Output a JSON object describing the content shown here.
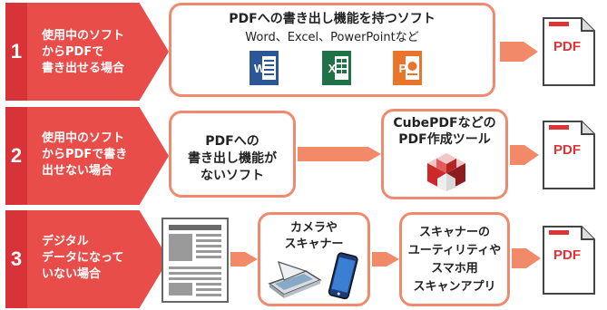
{
  "rows": [
    {
      "number": "1",
      "case_label": "使用中のソフト\nからPDFで\n書き出せる場合",
      "box_title": "PDFへの書き出し機能を持つソフト",
      "box_subtitle": "Word、Excel、PowerPointなど",
      "apps": [
        {
          "icon": "word-icon",
          "letter": "W",
          "color": "#2b5797"
        },
        {
          "icon": "excel-icon",
          "letter": "X",
          "color": "#1f7245"
        },
        {
          "icon": "powerpoint-icon",
          "letter": "P",
          "color": "#e8752a"
        }
      ],
      "output": "PDF"
    },
    {
      "number": "2",
      "case_label": "使用中のソフト\nからPDFで書き\n出せない場合",
      "box1": "PDFへの\n書き出し機能が\nないソフト",
      "box2": "CubePDFなどの\nPDF作成ツール",
      "tool_icon": "cube-icon",
      "output": "PDF"
    },
    {
      "number": "3",
      "case_label": "デジタル\nデータになって\nいない場合",
      "source_icon": "paper-document-icon",
      "box1": "カメラや\nスキャナー",
      "box1_icons": [
        "scanner-icon",
        "smartphone-icon"
      ],
      "box2": "スキャナーの\nユーティリティや\nスマホ用\nスキャンアプリ",
      "output": "PDF"
    }
  ],
  "colors": {
    "arrow": "#e94d4a",
    "number": "#d9333a",
    "border": "#f08a6e",
    "connector": "#f28a6a",
    "pdf_text": "#e03333"
  }
}
